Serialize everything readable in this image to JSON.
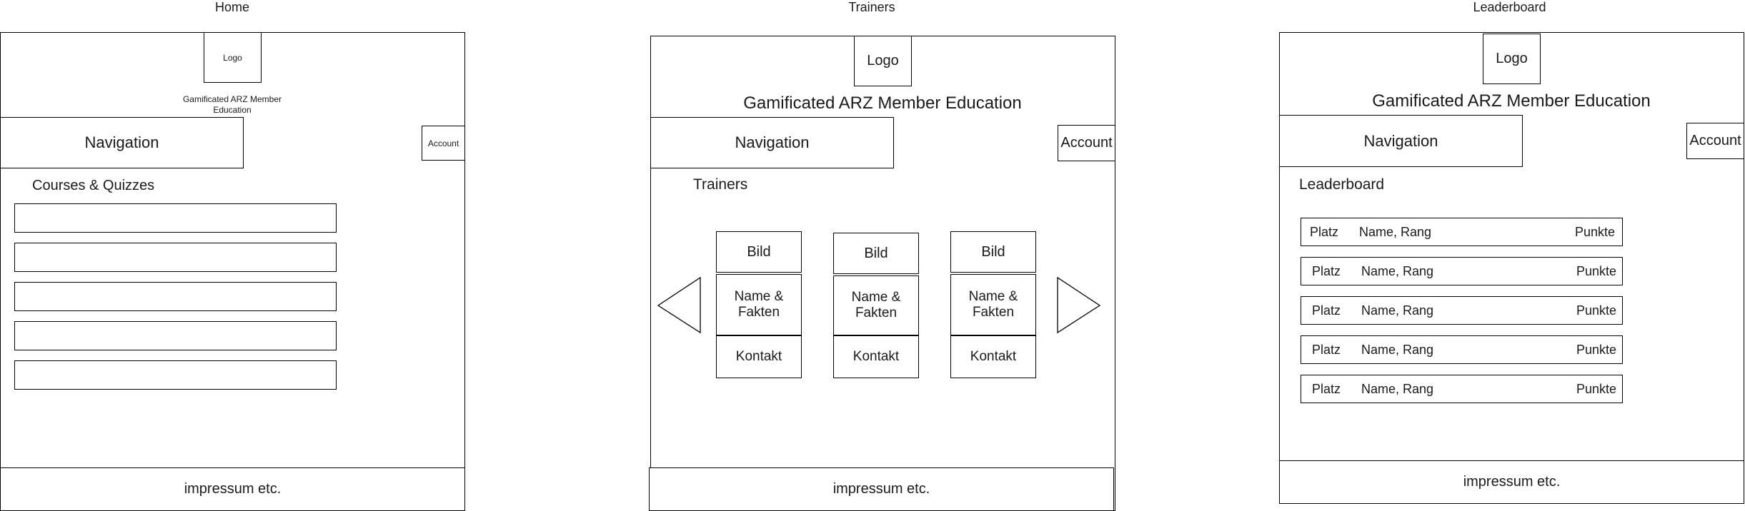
{
  "pages": {
    "home": {
      "title": "Home",
      "logo": "Logo",
      "app_title": "Gamificated ARZ Member Education",
      "navigation": "Navigation",
      "account": "Account",
      "section_heading": "Courses & Quizzes",
      "course_items": [
        "",
        "",
        "",
        "",
        ""
      ],
      "footer": "impressum etc."
    },
    "trainers": {
      "title": "Trainers",
      "logo": "Logo",
      "app_title": "Gamificated ARZ Member Education",
      "navigation": "Navigation",
      "account": "Account",
      "section_heading": "Trainers",
      "cards": [
        {
          "image": "Bild",
          "name": "Name & Fakten",
          "contact": "Kontakt"
        },
        {
          "image": "Bild",
          "name": "Name & Fakten",
          "contact": "Kontakt"
        },
        {
          "image": "Bild",
          "name": "Name & Fakten",
          "contact": "Kontakt"
        }
      ],
      "footer": "impressum etc."
    },
    "leaderboard": {
      "title": "Leaderboard",
      "logo": "Logo",
      "app_title": "Gamificated ARZ Member Education",
      "navigation": "Navigation",
      "account": "Account",
      "section_heading": "Leaderboard",
      "rows": [
        {
          "place": "Platz",
          "name": "Name, Rang",
          "points": "Punkte"
        },
        {
          "place": "Platz",
          "name": "Name, Rang",
          "points": "Punkte"
        },
        {
          "place": "Platz",
          "name": "Name, Rang",
          "points": "Punkte"
        },
        {
          "place": "Platz",
          "name": "Name, Rang",
          "points": "Punkte"
        },
        {
          "place": "Platz",
          "name": "Name, Rang",
          "points": "Punkte"
        }
      ],
      "footer": "impressum etc."
    }
  }
}
